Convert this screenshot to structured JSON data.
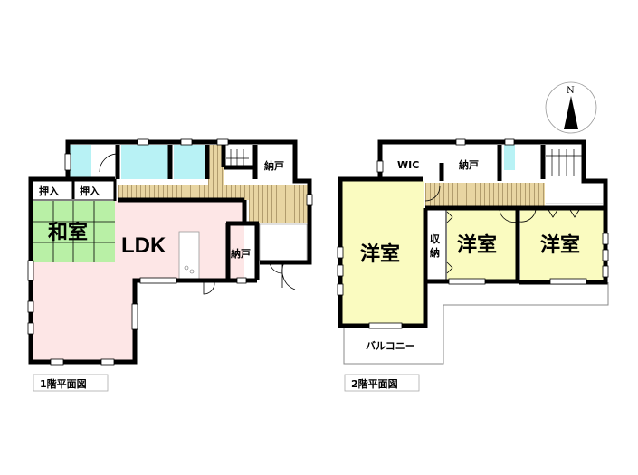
{
  "floor1": {
    "caption": "1階平面図",
    "rooms": {
      "washitsu": "和室",
      "ldk": "LDK",
      "oshiire1": "押入",
      "oshiire2": "押入",
      "nando_top": "納戸",
      "nando_mid": "納戸"
    }
  },
  "floor2": {
    "caption": "2階平面図",
    "rooms": {
      "youshitsu1": "洋室",
      "youshitsu2": "洋室",
      "youshitsu3": "洋室",
      "wic": "WIC",
      "nando": "納戸",
      "shuno_1": "収",
      "shuno_2": "納",
      "balcony": "バルコニー"
    }
  },
  "compass": {
    "label": "N"
  },
  "colors": {
    "washitsu": "#b9f0a6",
    "ldk": "#fde6e6",
    "wet": "#b8f2f5",
    "hall": "#e8d5a2",
    "youshitsu": "#fafbc0"
  }
}
